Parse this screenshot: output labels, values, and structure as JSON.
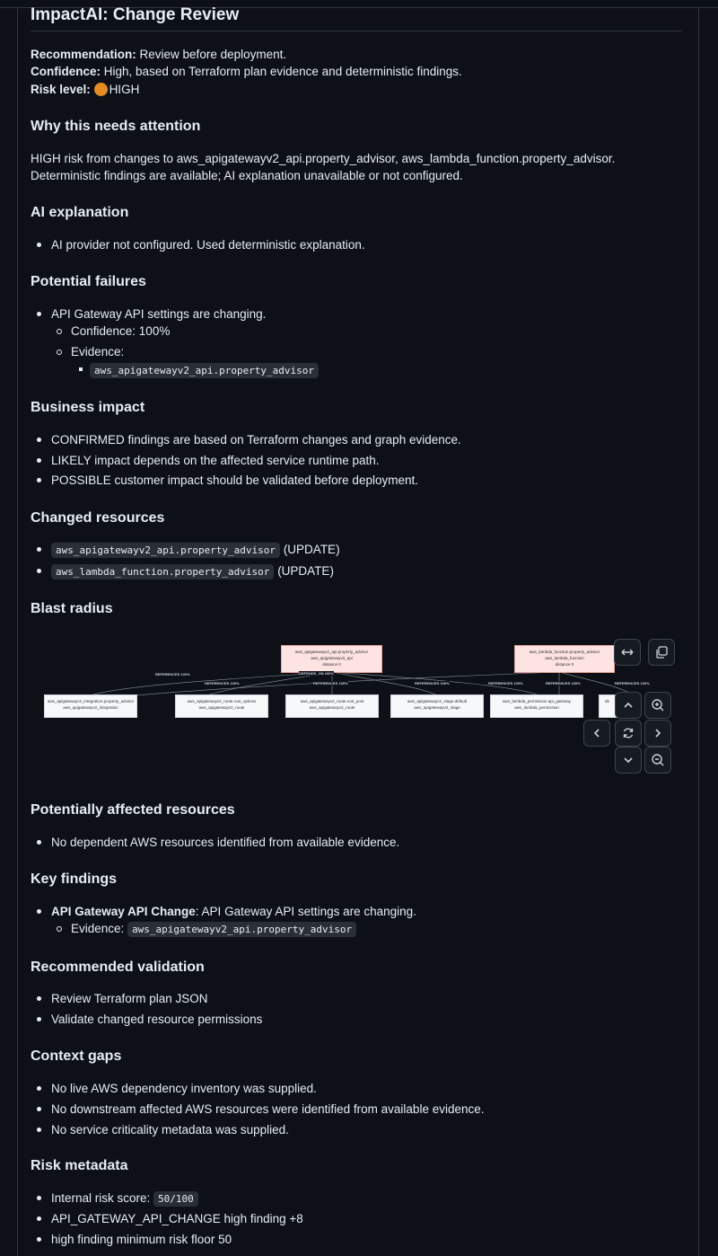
{
  "title": "ImpactAI: Change Review",
  "summary": {
    "recommendation_label": "Recommendation:",
    "recommendation_value": "Review before deployment.",
    "confidence_label": "Confidence:",
    "confidence_value": "High, based on Terraform plan evidence and deterministic findings.",
    "risk_label": "Risk level:",
    "risk_value": "HIGH",
    "risk_color": "#e58b25"
  },
  "why": {
    "heading": "Why this needs attention",
    "line1": "HIGH risk from changes to aws_apigatewayv2_api.property_advisor, aws_lambda_function.property_advisor.",
    "line2": "Deterministic findings are available; AI explanation unavailable or not configured."
  },
  "ai": {
    "heading": "AI explanation",
    "items": [
      "AI provider not configured. Used deterministic explanation."
    ]
  },
  "failures": {
    "heading": "Potential failures",
    "item": "API Gateway API settings are changing.",
    "confidence": "Confidence: 100%",
    "evidence_label": "Evidence:",
    "evidence_code": "aws_apigatewayv2_api.property_advisor"
  },
  "business": {
    "heading": "Business impact",
    "items": [
      "CONFIRMED findings are based on Terraform changes and graph evidence.",
      "LIKELY impact depends on the affected service runtime path.",
      "POSSIBLE customer impact should be validated before deployment."
    ]
  },
  "changed": {
    "heading": "Changed resources",
    "items": [
      {
        "code": "aws_apigatewayv2_api.property_advisor",
        "action": "(UPDATE)"
      },
      {
        "code": "aws_lambda_function.property_advisor",
        "action": "(UPDATE)"
      }
    ]
  },
  "blast": {
    "heading": "Blast radius",
    "roots": [
      {
        "line1": "aws_apigatewayv2_api.property_advisor",
        "line2": "aws_apigatewayv2_api",
        "line3": "distance 0"
      },
      {
        "line1": "aws_lambda_function.property_advisor",
        "line2": "aws_lambda_function",
        "line3": "distance 0"
      }
    ],
    "children": [
      {
        "line1": "aws_apigatewayv2_integration.property_advisor",
        "line2": "aws_apigatewayv2_integration"
      },
      {
        "line1": "aws_apigatewayv2_route.root_options",
        "line2": "aws_apigatewayv2_route"
      },
      {
        "line1": "aws_apigatewayv2_route.root_post",
        "line2": "aws_apigatewayv2_route"
      },
      {
        "line1": "aws_apigatewayv2_stage.default",
        "line2": "aws_apigatewayv2_stage"
      },
      {
        "line1": "aws_lambda_permission.api_gateway",
        "line2": "aws_lambda_permission"
      },
      {
        "line1": "de",
        "line2": ""
      }
    ],
    "edge_labels": [
      "REFERENCES 100%",
      "REFERENCES 100%",
      "REFERENCES 100%",
      "REFERENCES 100%",
      "REFERENCES 100%",
      "REFERENCES 100%",
      "REFERENCES 100%",
      "DEPENDS_ON 100%"
    ]
  },
  "affected": {
    "heading": "Potentially affected resources",
    "items": [
      "No dependent AWS resources identified from available evidence."
    ]
  },
  "key": {
    "heading": "Key findings",
    "title": "API Gateway API Change",
    "text": ": API Gateway API settings are changing.",
    "evidence_label": "Evidence:",
    "evidence_code": "aws_apigatewayv2_api.property_advisor"
  },
  "validation": {
    "heading": "Recommended validation",
    "items": [
      "Review Terraform plan JSON",
      "Validate changed resource permissions"
    ]
  },
  "gaps": {
    "heading": "Context gaps",
    "items": [
      "No live AWS dependency inventory was supplied.",
      "No downstream affected AWS resources were identified from available evidence.",
      "No service criticality metadata was supplied."
    ]
  },
  "meta": {
    "heading": "Risk metadata",
    "score_label": "Internal risk score:",
    "score_code": "50/100",
    "items": [
      "API_GATEWAY_API_CHANGE high finding +8",
      "high finding minimum risk floor 50"
    ]
  }
}
